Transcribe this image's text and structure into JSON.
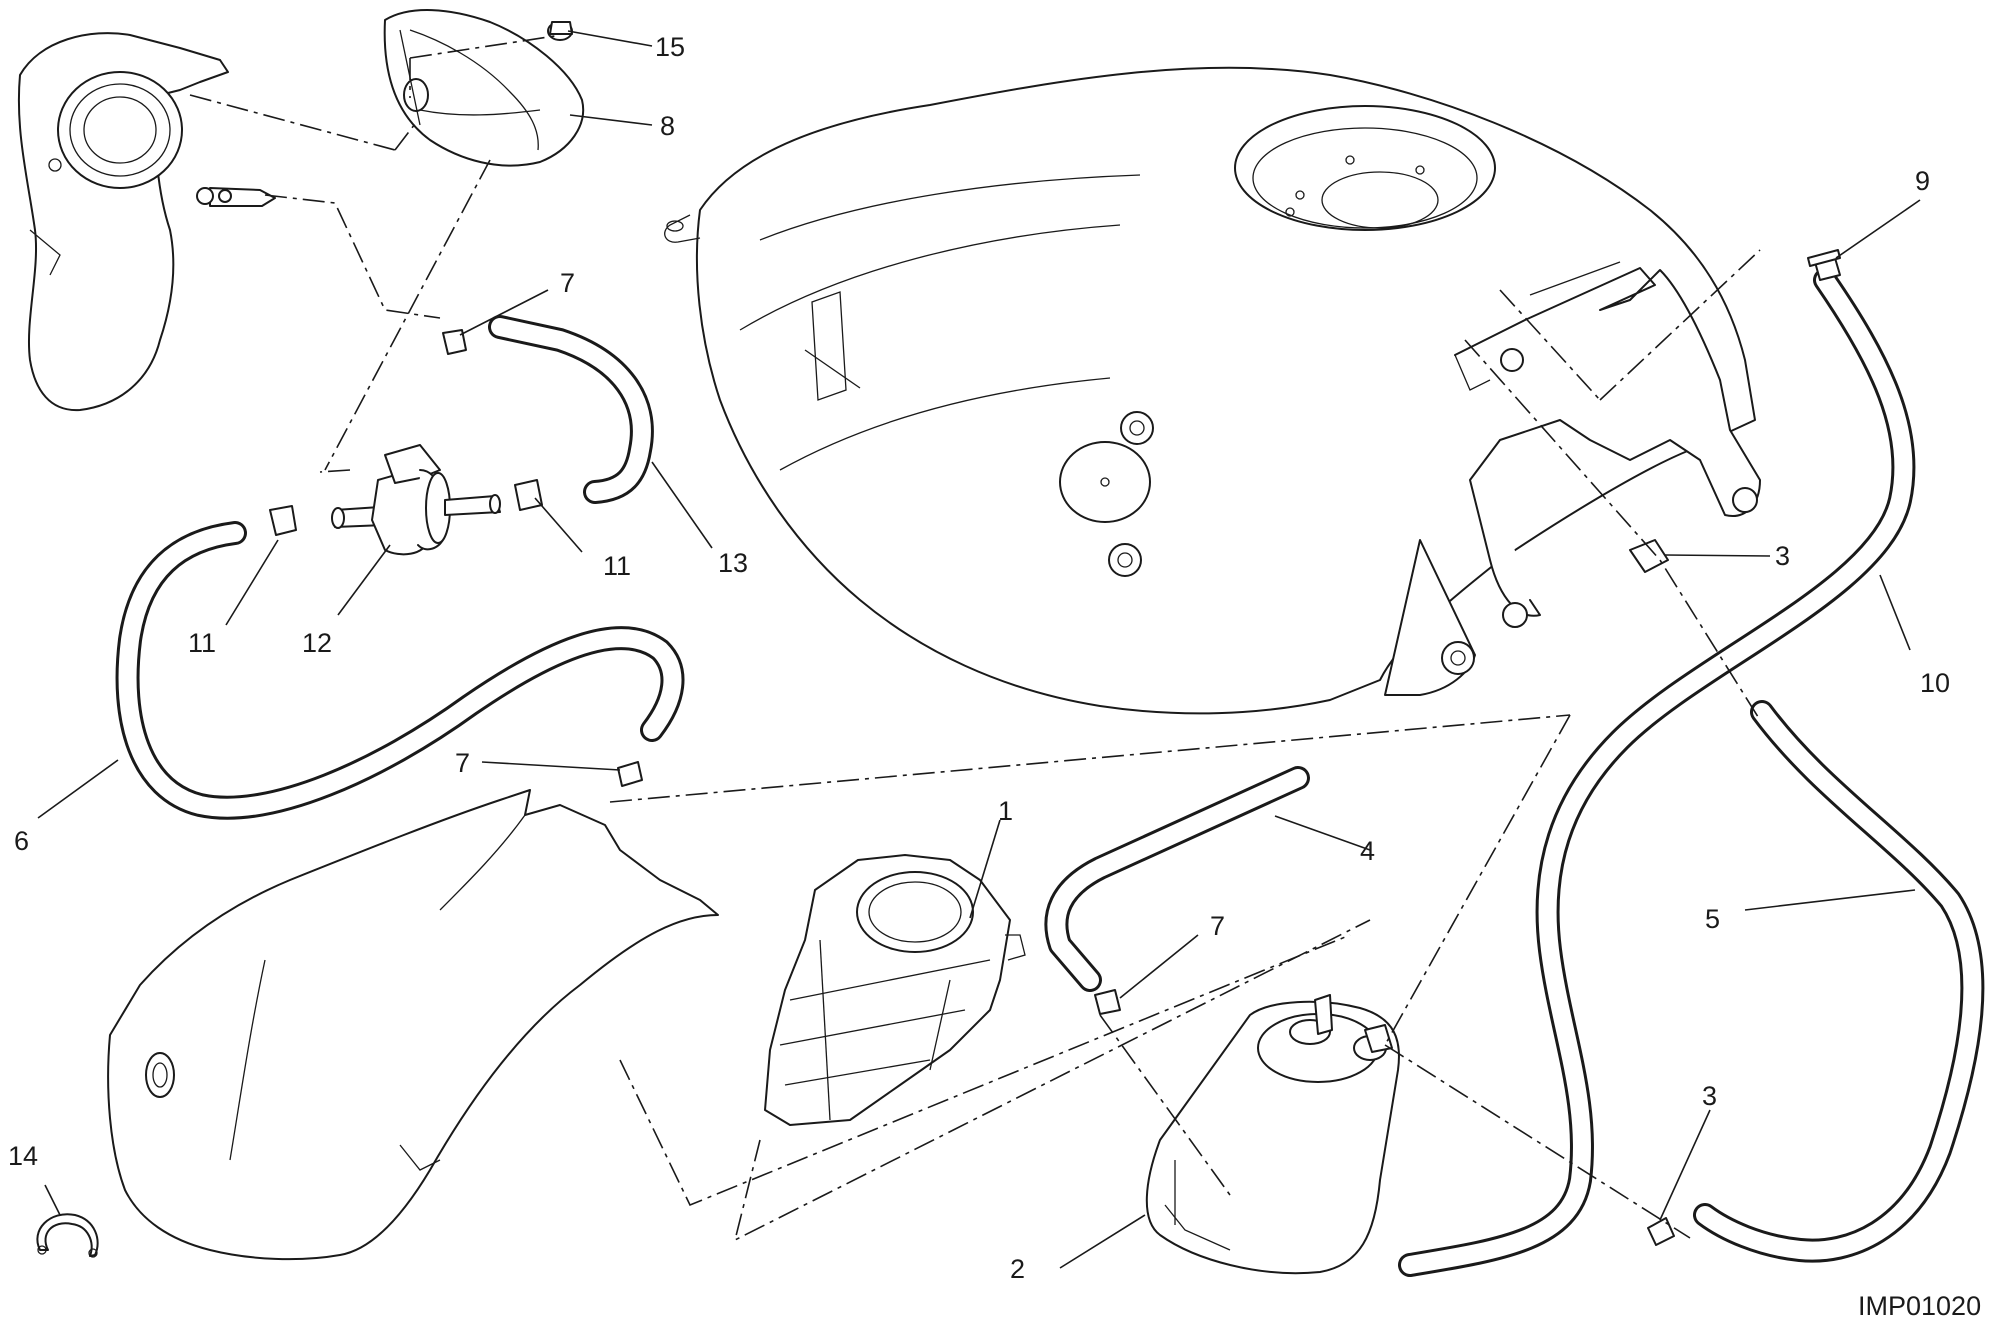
{
  "diagram": {
    "drawing_code": "IMP01020",
    "callouts": [
      "15",
      "8",
      "7",
      "13",
      "11",
      "12",
      "11",
      "6",
      "7",
      "1",
      "4",
      "7",
      "2",
      "14",
      "9",
      "3",
      "10",
      "5",
      "3"
    ]
  }
}
